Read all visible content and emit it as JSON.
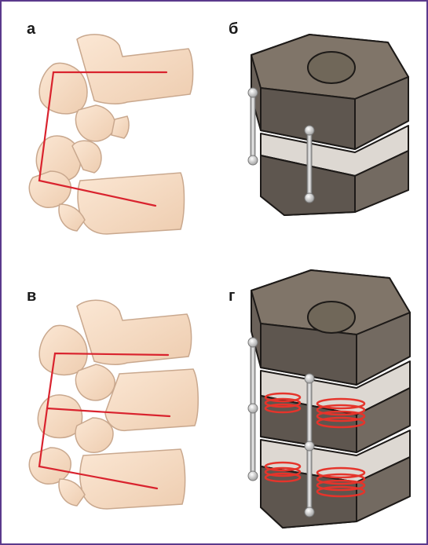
{
  "panels": [
    {
      "id": "a",
      "label": "а"
    },
    {
      "id": "b",
      "label": "б"
    },
    {
      "id": "v",
      "label": "в"
    },
    {
      "id": "g",
      "label": "г"
    }
  ],
  "colors": {
    "frame": "#5b3a8c",
    "bone_fill": "#f6dcc3",
    "bone_stroke": "#c9a88e",
    "measure_line": "#d9232e",
    "block_top": "#807569",
    "block_side": "#6a6159",
    "block_dark": "#544c45",
    "disc": "#ddd8d2",
    "rod": "#c9c9c9",
    "spring": "#e5342b"
  },
  "icons": [
    "spine-segment-illustration",
    "vertebral-block-model",
    "spring-icon",
    "rod-icon"
  ]
}
